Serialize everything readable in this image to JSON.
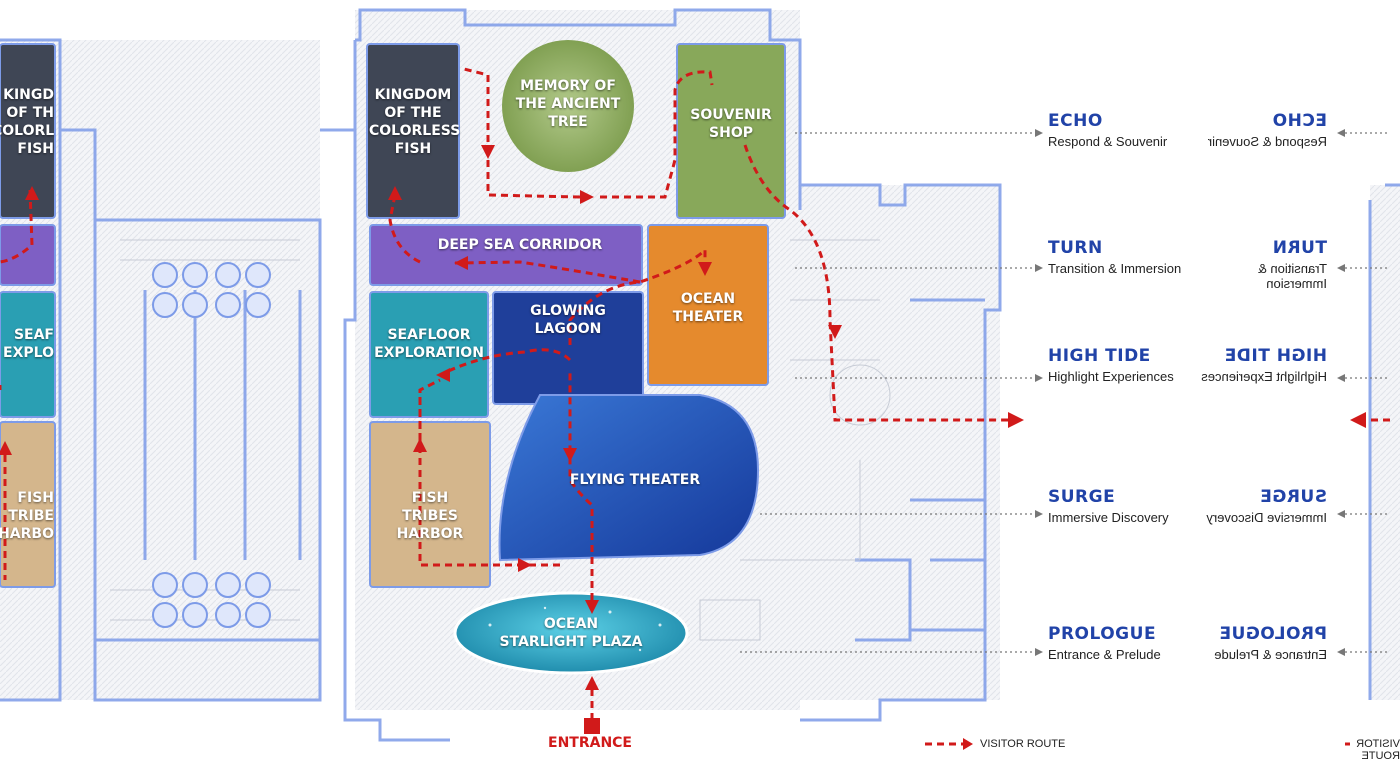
{
  "zones": {
    "kingdom": "Kingdom\nof the\nColorless\nFish",
    "memory": "Memory of\nthe Ancient\nTree",
    "souvenir": "Souvenir\nShop",
    "deepsea": "Deep Sea Corridor",
    "ocean_theater": "Ocean\nTheater",
    "glowing": "Glowing\nLagoon",
    "seafloor": "Seafloor\nExploration",
    "flying": "Flying Theater",
    "fish_tribes": "Fish\nTribes\nHarbor",
    "starlight": "Ocean\nStarlight Plaza",
    "left_kingdom": "Kingd\nof th\nColorl\nFish",
    "left_seafloor": "Seaf\nExplo",
    "left_fish": "Fish\nTribe\nHarbo"
  },
  "legend": [
    {
      "title": "ECHO",
      "subtitle": "Respond & Souvenir"
    },
    {
      "title": "TURN",
      "subtitle": "Transition & Immersion"
    },
    {
      "title": "HIGH TIDE",
      "subtitle": "Highlight Experiences"
    },
    {
      "title": "SURGE",
      "subtitle": "Immersive Discovery"
    },
    {
      "title": "PROLOGUE",
      "subtitle": "Entrance & Prelude"
    }
  ],
  "entrance_label": "ENTRANCE",
  "route_label": "VISITOR ROUTE",
  "colors": {
    "route": "#d11a1a",
    "legend_title": "#2143a8",
    "dark_gray": "#3f4655",
    "green": "#88a85a",
    "purple": "#7e5fc4",
    "orange": "#e58a2d",
    "navy": "#1f3f9a",
    "teal": "#2a9fb3",
    "beige": "#d4b68c",
    "flying": "#2a5cc2",
    "plaza": "#28a9c8",
    "wall": "#6f8fe6"
  },
  "icons": [
    "arrow-right-icon",
    "arrow-up-icon",
    "entrance-marker-icon"
  ]
}
